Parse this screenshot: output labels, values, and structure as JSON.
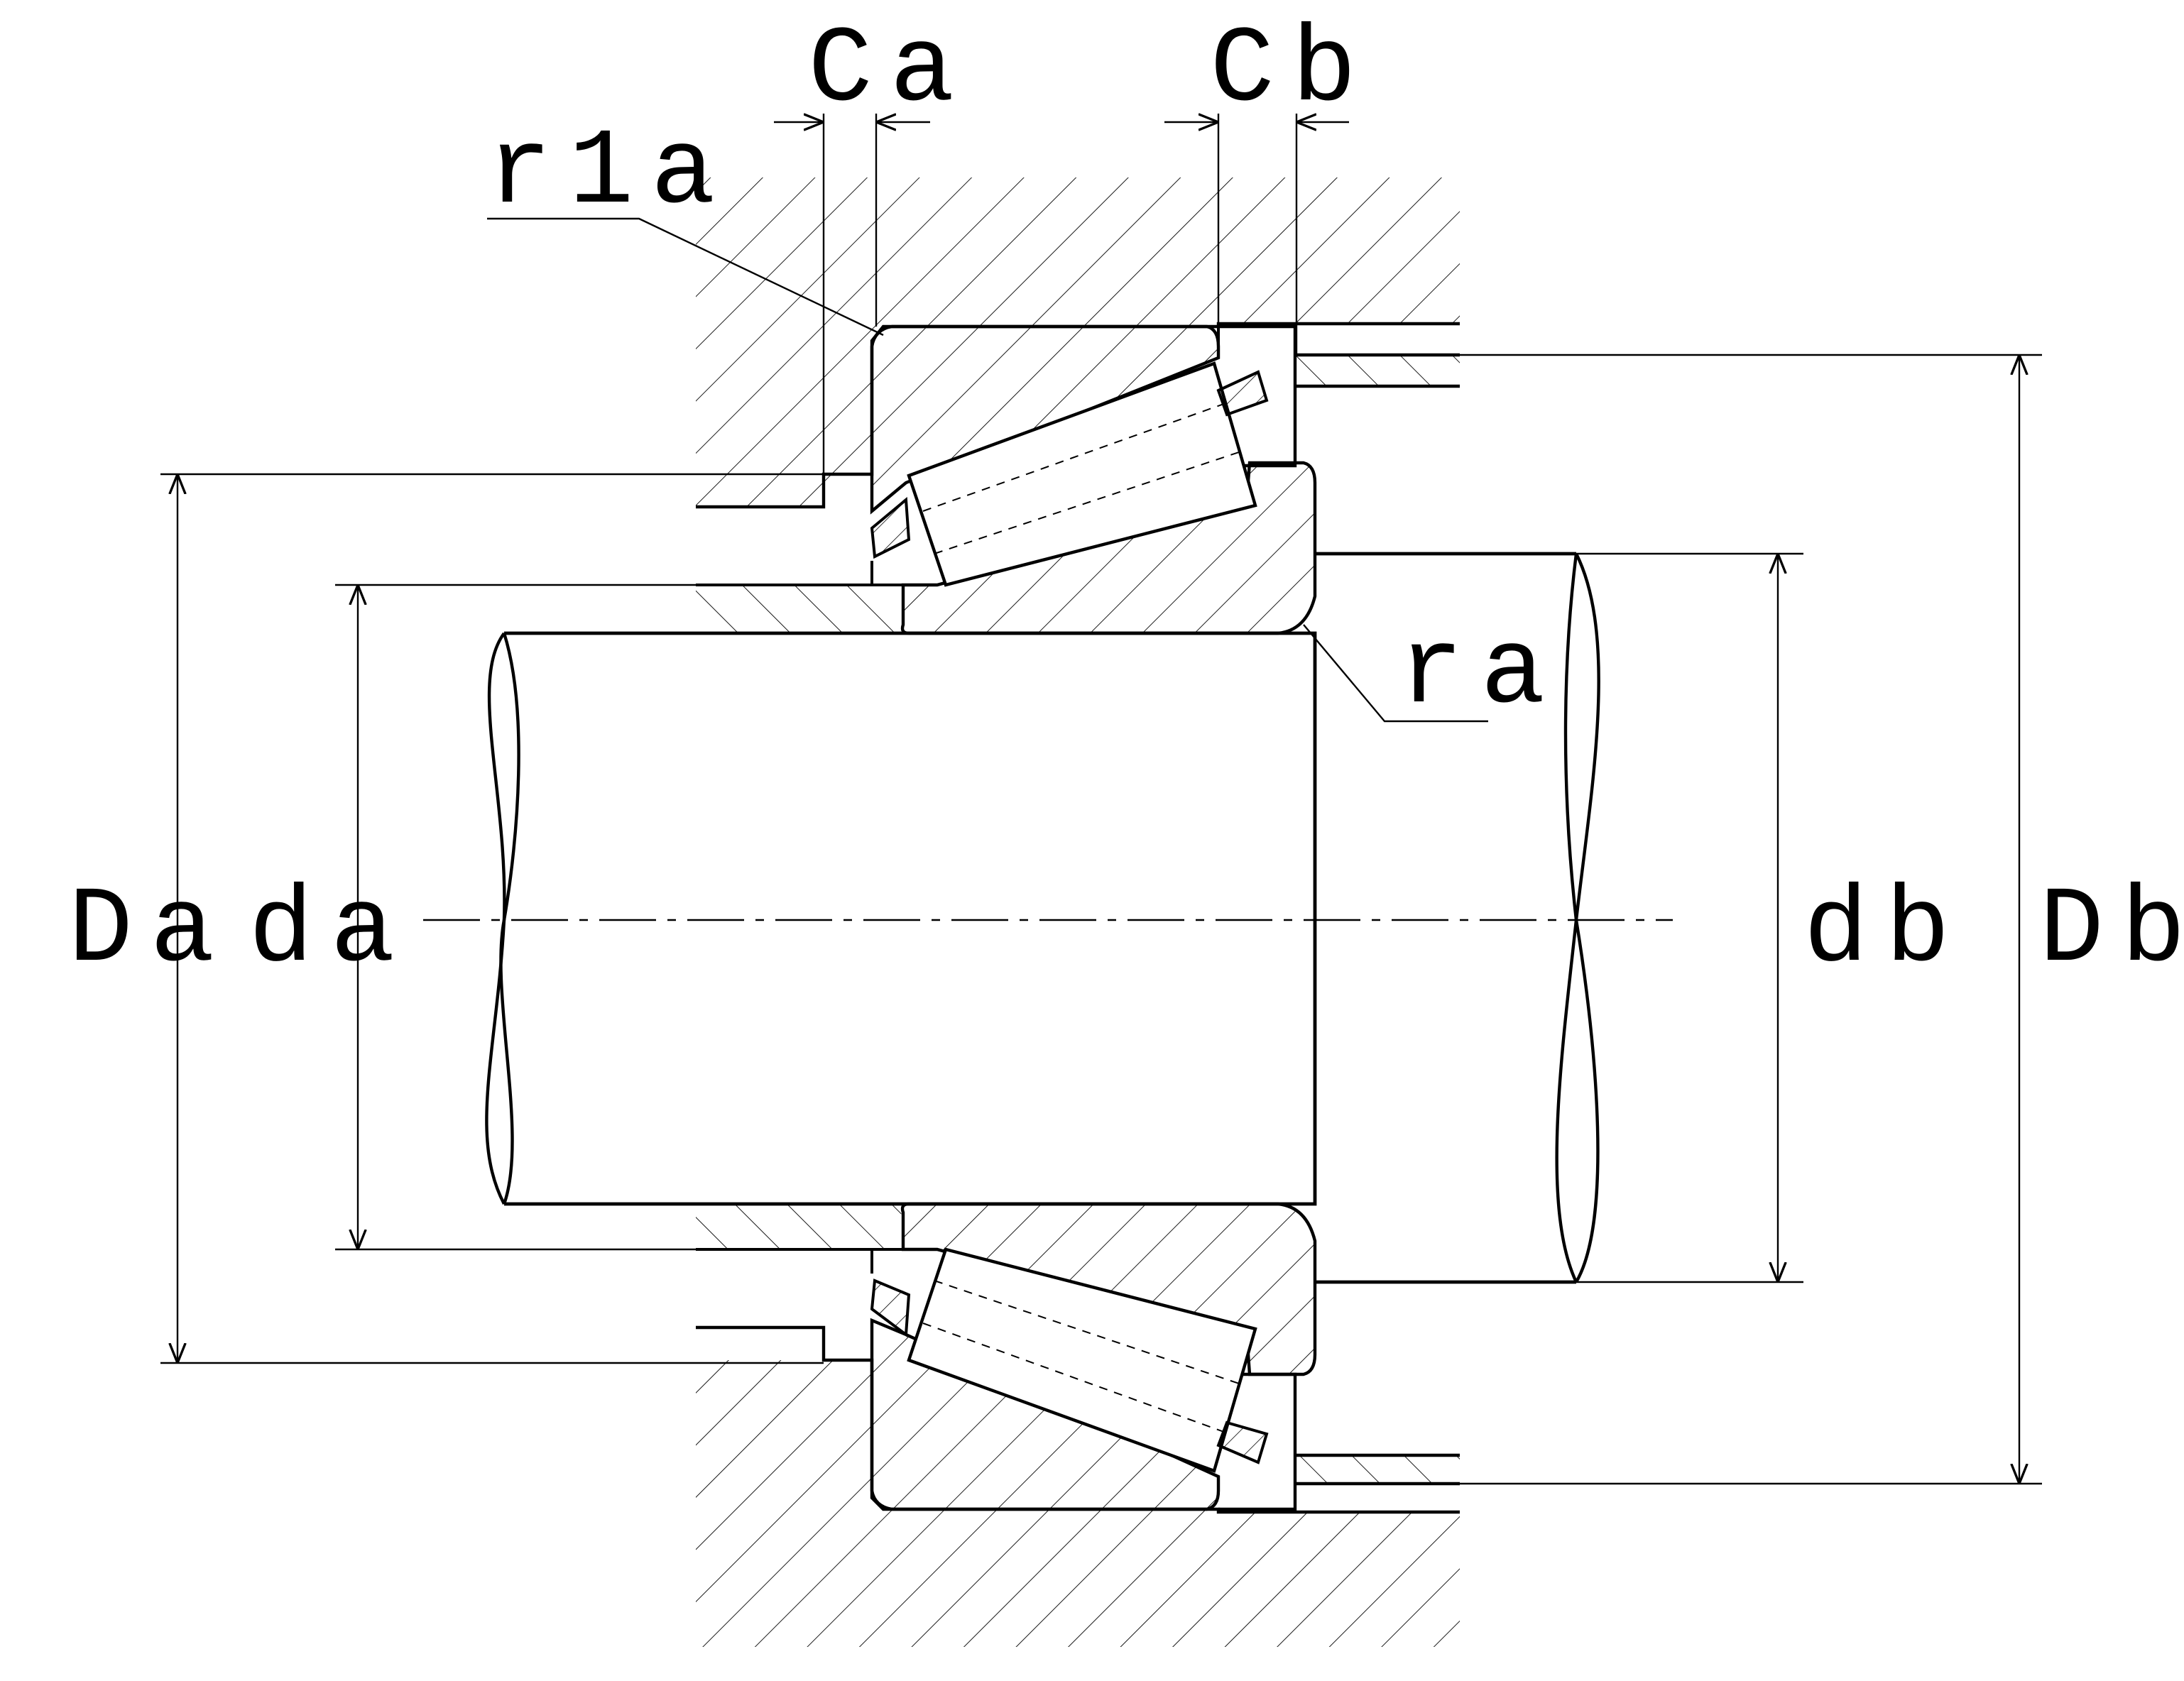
{
  "labels": {
    "ca": "Ca",
    "cb": "Cb",
    "r1a": "r1a",
    "ra": "ra",
    "da_outer": "Da",
    "da_inner": "da",
    "db_inner": "db",
    "db_outer": "Db"
  },
  "colors": {
    "line": "#000000",
    "background": "#ffffff"
  }
}
